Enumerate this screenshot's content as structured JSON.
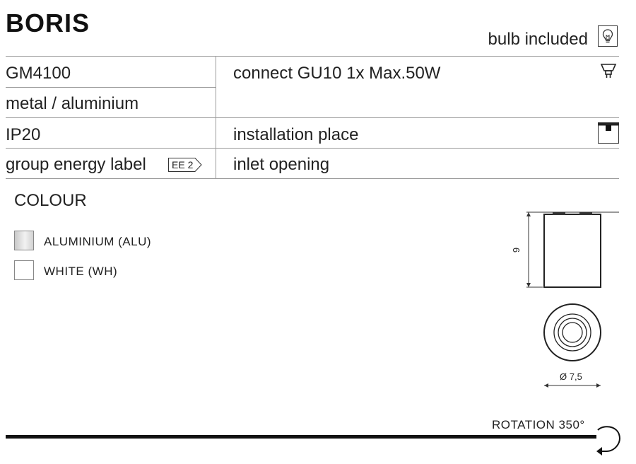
{
  "product": {
    "name": "BORIS",
    "bulb_included_label": "bulb included"
  },
  "specs": {
    "code": "GM4100",
    "material": "metal / aluminium",
    "connection": "connect GU10 1x Max.50W",
    "ip_rating": "IP20",
    "installation_label": "installation place",
    "energy_label": "group energy label",
    "energy_badge": "EE 2",
    "inlet_label": "inlet opening"
  },
  "colour": {
    "title": "COLOUR",
    "options": [
      {
        "label": "ALUMINIUM (ALU)",
        "color": "#d9d9d9"
      },
      {
        "label": "WHITE (WH)",
        "color": "#ffffff"
      }
    ]
  },
  "dimensions": {
    "height": "9",
    "diameter": "Ø 7,5"
  },
  "rotation": {
    "label": "ROTATION 350°"
  },
  "icons": [
    "bulb-icon",
    "gu10-socket-icon",
    "ceiling-mount-icon",
    "energy-badge-icon",
    "rotation-arrow-icon"
  ]
}
